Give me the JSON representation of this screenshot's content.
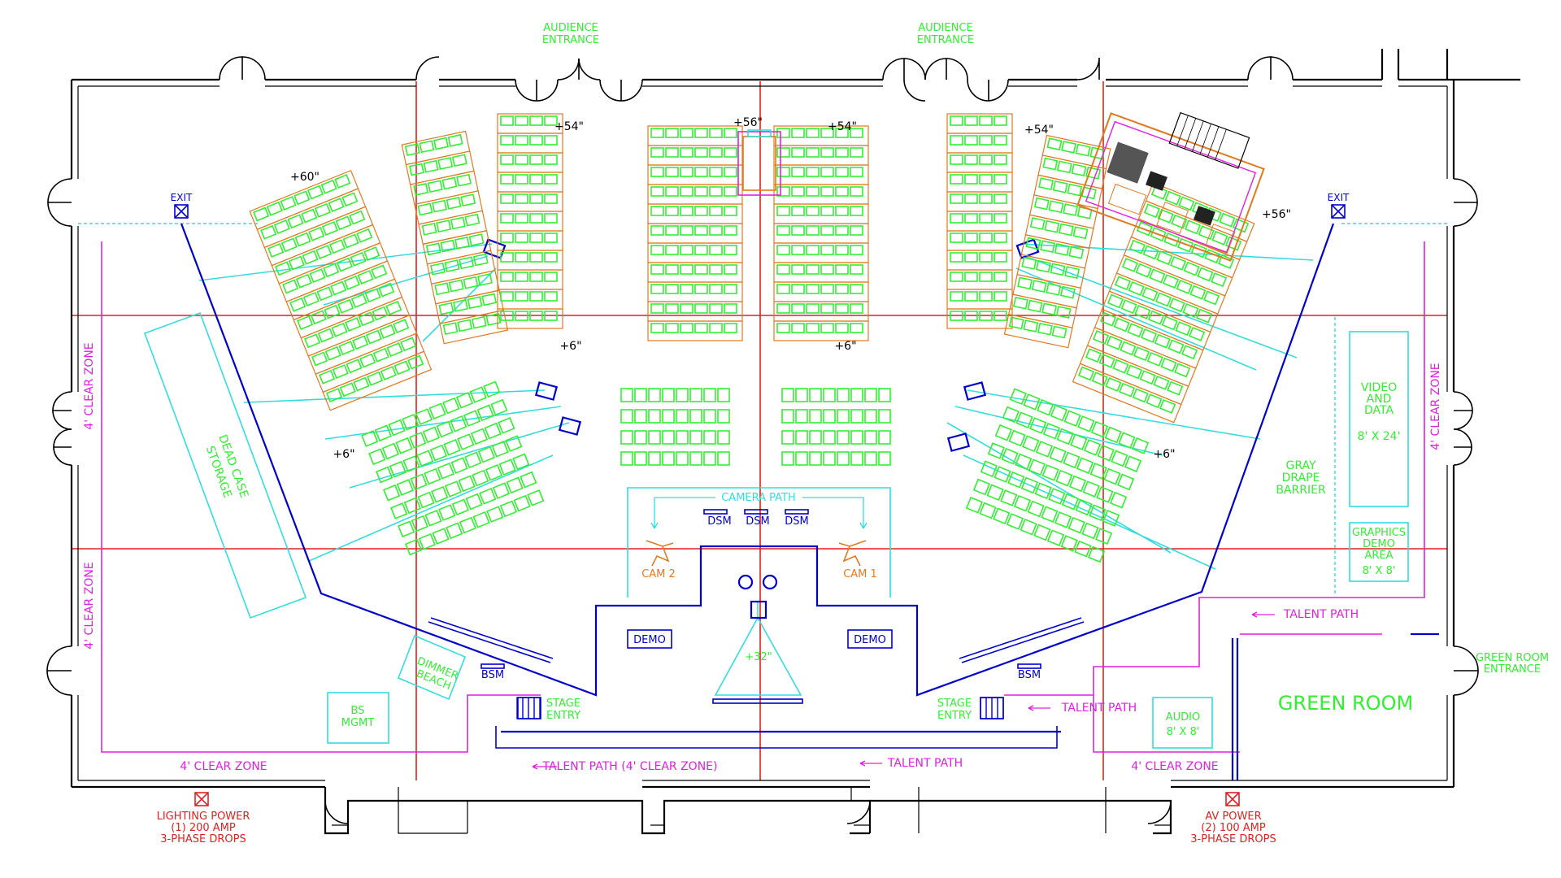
{
  "colors": {
    "wall": "#000000",
    "grid_line": "#e02020",
    "stage_outline": "#0000cc",
    "seat": "#33ee33",
    "riser": "#e07a20",
    "zone_magenta": "#e020e0",
    "cyan": "#33dddd",
    "green_label": "#33ee33",
    "power_label": "#dd2222"
  },
  "labels": {
    "audience_entrance_left": [
      "AUDIENCE",
      "ENTRANCE"
    ],
    "audience_entrance_right": [
      "AUDIENCE",
      "ENTRANCE"
    ],
    "exit_left": "EXIT",
    "exit_right": "EXIT",
    "riser_60": "+60\"",
    "riser_54_a": "+54\"",
    "riser_56_center": "+56\"",
    "riser_54_b": "+54\"",
    "riser_54_c": "+54\"",
    "riser_56_right": "+56\"",
    "riser_6_a": "+6\"",
    "riser_6_b": "+6\"",
    "riser_6_c": "+6\"",
    "riser_6_d": "+6\"",
    "clear_zone_left_top": "4' CLEAR ZONE",
    "clear_zone_left_bottom": "4' CLEAR ZONE",
    "clear_zone_right": "4' CLEAR ZONE",
    "clear_zone_bottom_left": "4' CLEAR ZONE",
    "clear_zone_bottom_right": "4' CLEAR ZONE",
    "dead_case_storage": [
      "DEAD CASE",
      "STORAGE"
    ],
    "video_data": [
      "VIDEO",
      "AND",
      "DATA"
    ],
    "video_data_size": "8' X 24'",
    "gray_drape": [
      "GRAY",
      "DRAPE",
      "BARRIER"
    ],
    "graphics_demo": [
      "GRAPHICS",
      "DEMO",
      "AREA"
    ],
    "graphics_demo_size": "8' X 8'",
    "camera_path": "CAMERA PATH",
    "dsm_1": "DSM",
    "dsm_2": "DSM",
    "dsm_3": "DSM",
    "cam_2": "CAM 2",
    "cam_1": "CAM 1",
    "demo_left": "DEMO",
    "demo_right": "DEMO",
    "stage_height": "+32\"",
    "dimmer_beach": [
      "DIMMER",
      "BEACH"
    ],
    "bsm_left": "BSM",
    "bsm_right": "BSM",
    "bs_mgmt": [
      "BS",
      "MGMT"
    ],
    "stage_entry_left": [
      "STAGE",
      "ENTRY"
    ],
    "stage_entry_right": [
      "STAGE",
      "ENTRY"
    ],
    "talent_path_top": "TALENT PATH",
    "talent_path_mid": "TALENT PATH",
    "talent_path_bottom_center": "TALENT PATH (4' CLEAR ZONE)",
    "talent_path_bottom_right": "TALENT PATH",
    "green_room": "GREEN ROOM",
    "green_room_entrance": [
      "GREEN ROOM",
      "ENTRANCE"
    ],
    "audio": "AUDIO",
    "audio_size": "8' X 8'",
    "lighting_power": [
      "LIGHTING POWER",
      "(1) 200 AMP",
      "3-PHASE DROPS"
    ],
    "av_power": [
      "AV POWER",
      "(2) 100 AMP",
      "3-PHASE DROPS"
    ]
  }
}
